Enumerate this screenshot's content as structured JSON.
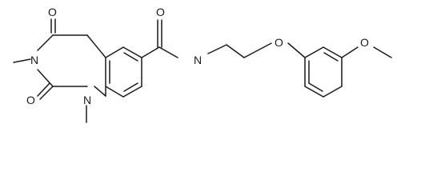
{
  "molecule": {
    "atoms": {
      "o_c4": "O",
      "n3": "N",
      "o_c2": "O",
      "n1": "N",
      "o_amide": "O",
      "n_amide": "N",
      "o_ether": "O",
      "o_methoxy": "O"
    }
  }
}
